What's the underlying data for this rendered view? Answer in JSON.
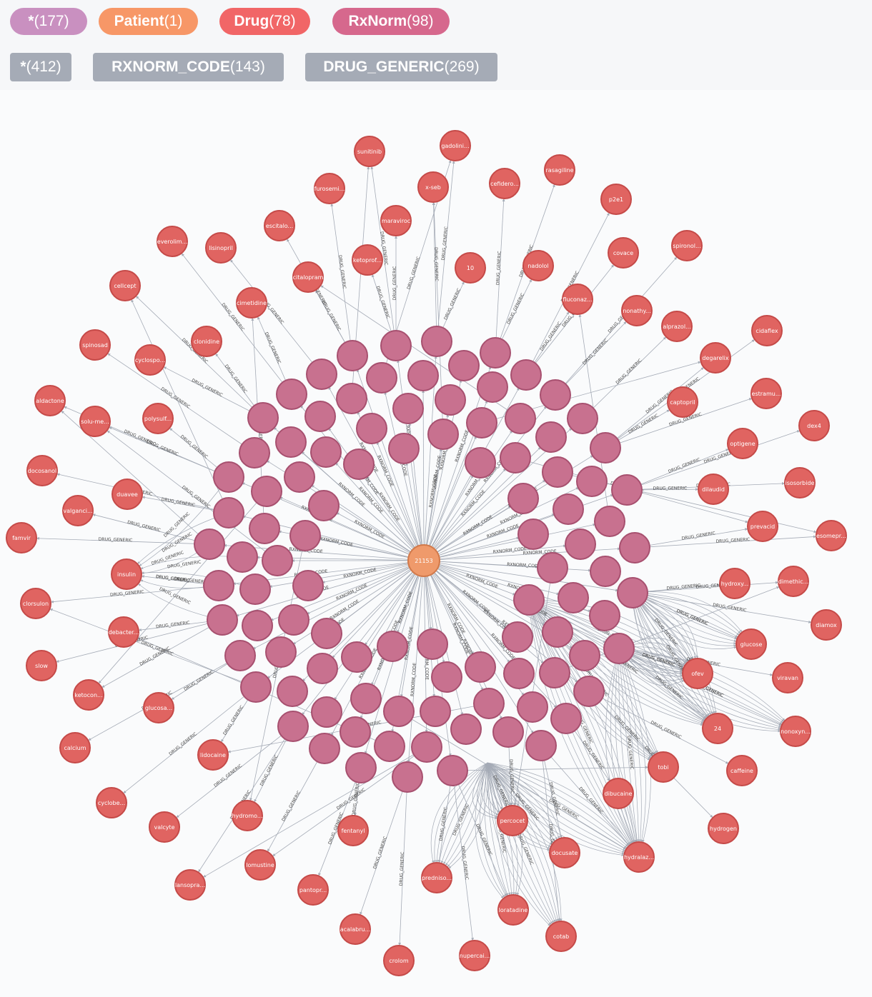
{
  "node_filters": [
    {
      "label": "*",
      "count": "(177)",
      "color": "#c990c0"
    },
    {
      "label": "Patient",
      "count": "(1)",
      "color": "#f79767"
    },
    {
      "label": "Drug",
      "count": "(78)",
      "color": "#f16667"
    },
    {
      "label": "RxNorm",
      "count": "(98)",
      "color": "#d6688d"
    }
  ],
  "relationship_filters": [
    {
      "label": "*",
      "count": "(412)"
    },
    {
      "label": "RXNORM_CODE",
      "count": "(143)"
    },
    {
      "label": "DRUG_GENERIC",
      "count": "(269)"
    }
  ],
  "colors": {
    "drug_fill": "#e06461",
    "drug_stroke": "#c54a48",
    "rxnorm_fill": "#c8718f",
    "rxnorm_stroke": "#a7506f",
    "patient_fill": "#ef9a6b",
    "patient_stroke": "#d27a4b",
    "edge": "#a5abb6"
  },
  "graph": {
    "center_label": "21153",
    "edge_labels": {
      "rxnorm": "RXNORM_CODE",
      "generic": "DRUG_GENERIC"
    },
    "drug_nodes": [
      "gadolini...",
      "sunitinib",
      "x-seb",
      "cefidero...",
      "rasagiline",
      "furosemi...",
      "maraviroc",
      "p2e1",
      "escitalo...",
      "everolim...",
      "lisinopril",
      "ketoprof...",
      "10",
      "nadolol",
      "covace",
      "spironol...",
      "citalopram",
      "cellcept",
      "cimetidine",
      "fluconaz...",
      "nonathy...",
      "alprazol...",
      "cidaflex",
      "clonidine",
      "spinosad",
      "cyclospo...",
      "degarelix",
      "captopril",
      "estramu...",
      "aldactone",
      "solu-me...",
      "polysulf...",
      "dex4",
      "optigene",
      "docosanol",
      "duavee",
      "isosorbide",
      "dilaudid",
      "valganci...",
      "prevacid",
      "esomepr...",
      "famvir",
      "insulin",
      "hydroxy...",
      "dimethic...",
      "clorsulon",
      "debacter...",
      "diamox",
      "glucose",
      "slow",
      "ofev",
      "viravan",
      "ketocon...",
      "glucosa...",
      "24",
      "nonoxyn...",
      "calcium",
      "lidocaine",
      "tobi",
      "caffeine",
      "cyclobe...",
      "dibucaine",
      "valcyte",
      "hydromo...",
      "percocet",
      "hydrogen",
      "fentanyl",
      "docusate",
      "hydralaz...",
      "lomustine",
      "lansopra...",
      "predniso...",
      "pantopr...",
      "loratadine",
      "acalabru...",
      "cotab",
      "nupercai...",
      "crolom"
    ]
  }
}
